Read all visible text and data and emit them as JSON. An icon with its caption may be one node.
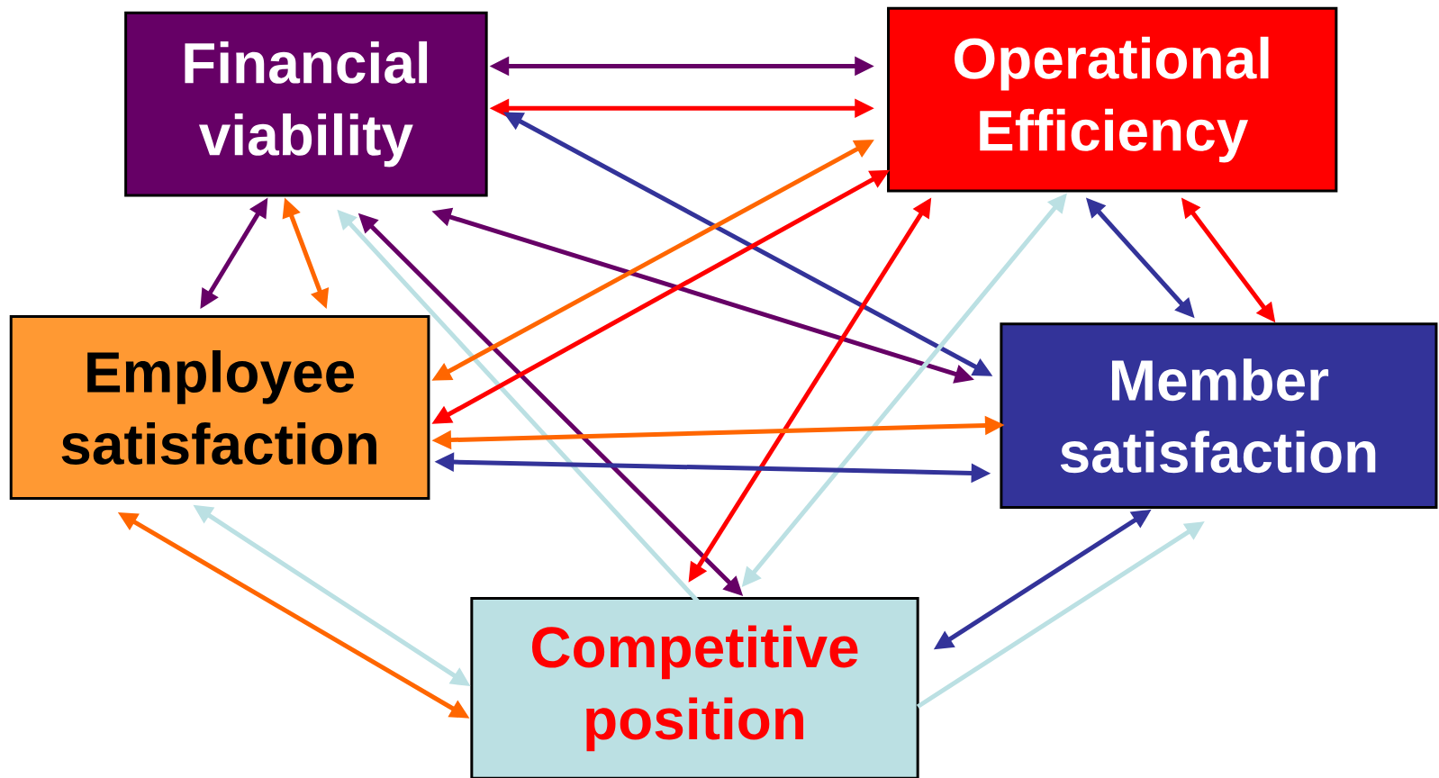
{
  "diagram": {
    "nodes": [
      {
        "text": [
          "Financial viability"
        ]
      },
      {
        "text": [
          "Operational Efficiency"
        ]
      },
      {
        "text": [
          "Employee satisfaction"
        ]
      },
      {
        "text": [
          "Member satisfaction"
        ]
      },
      {
        "text": [
          "Competitive position"
        ]
      }
    ],
    "edges": [
      {
        "from": 0,
        "to": 1,
        "arrow": "both",
        "color": "#660066"
      },
      {
        "from": 0,
        "to": 1,
        "arrow": "both",
        "color": "#ff0000"
      },
      {
        "from": 0,
        "to": 3,
        "arrow": "both",
        "color": "#333399"
      },
      {
        "from": 0,
        "to": 2,
        "arrow": "both",
        "color": "#660066"
      },
      {
        "from": 0,
        "to": 2,
        "arrow": "both",
        "color": "#ff6600"
      },
      {
        "from": 0,
        "to": 3,
        "arrow": "both",
        "color": "#660066"
      },
      {
        "from": 4,
        "to": 0,
        "arrow": "to",
        "color": "#bbe0e3"
      },
      {
        "from": 0,
        "to": 4,
        "arrow": "both",
        "color": "#660066"
      },
      {
        "from": 1,
        "to": 2,
        "arrow": "both",
        "color": "#ff6600"
      },
      {
        "from": 1,
        "to": 2,
        "arrow": "both",
        "color": "#ff0000"
      },
      {
        "from": 1,
        "to": 4,
        "arrow": "both",
        "color": "#ff0000"
      },
      {
        "from": 1,
        "to": 4,
        "arrow": "both",
        "color": "#bbe0e3"
      },
      {
        "from": 1,
        "to": 3,
        "arrow": "both",
        "color": "#333399"
      },
      {
        "from": 1,
        "to": 3,
        "arrow": "both",
        "color": "#ff0000"
      },
      {
        "from": 2,
        "to": 3,
        "arrow": "both",
        "color": "#ff6600"
      },
      {
        "from": 2,
        "to": 3,
        "arrow": "both",
        "color": "#333399"
      },
      {
        "from": 2,
        "to": 4,
        "arrow": "both",
        "color": "#ff6600"
      },
      {
        "from": 2,
        "to": 4,
        "arrow": "both",
        "color": "#bbe0e3"
      },
      {
        "from": 4,
        "to": 3,
        "arrow": "both",
        "color": "#333399"
      },
      {
        "from": 4,
        "to": 3,
        "arrow": "to",
        "color": "#bbe0e3"
      }
    ]
  }
}
